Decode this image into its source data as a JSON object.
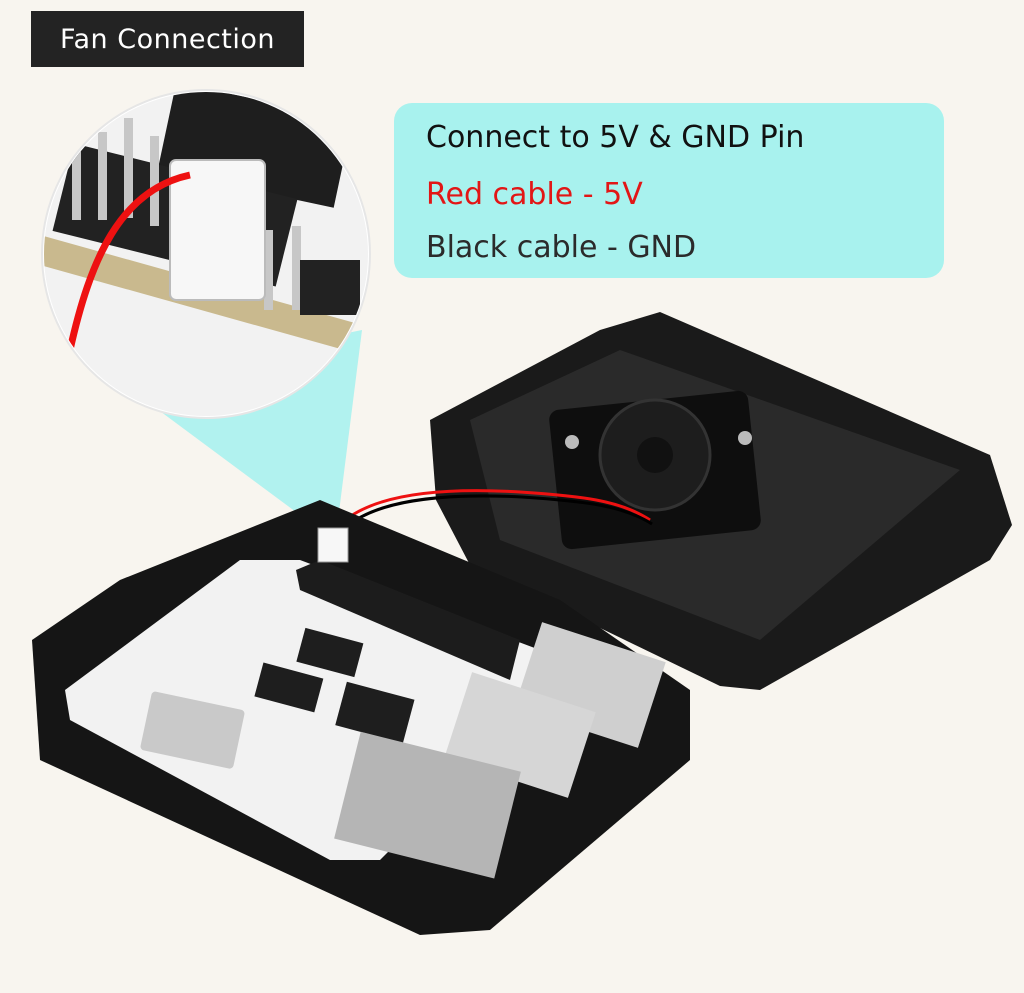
{
  "badge": {
    "title": "Fan Connection"
  },
  "info": {
    "line1": "Connect to 5V & GND Pin",
    "line2": "Red cable - 5V",
    "line3": "Black cable - GND"
  },
  "colors": {
    "background": "#f8f5ef",
    "badge_bg": "#232323",
    "info_bg": "#a8f2ee",
    "red_cable": "#e21616",
    "case": "#141414",
    "board": "#f4f4f4"
  }
}
